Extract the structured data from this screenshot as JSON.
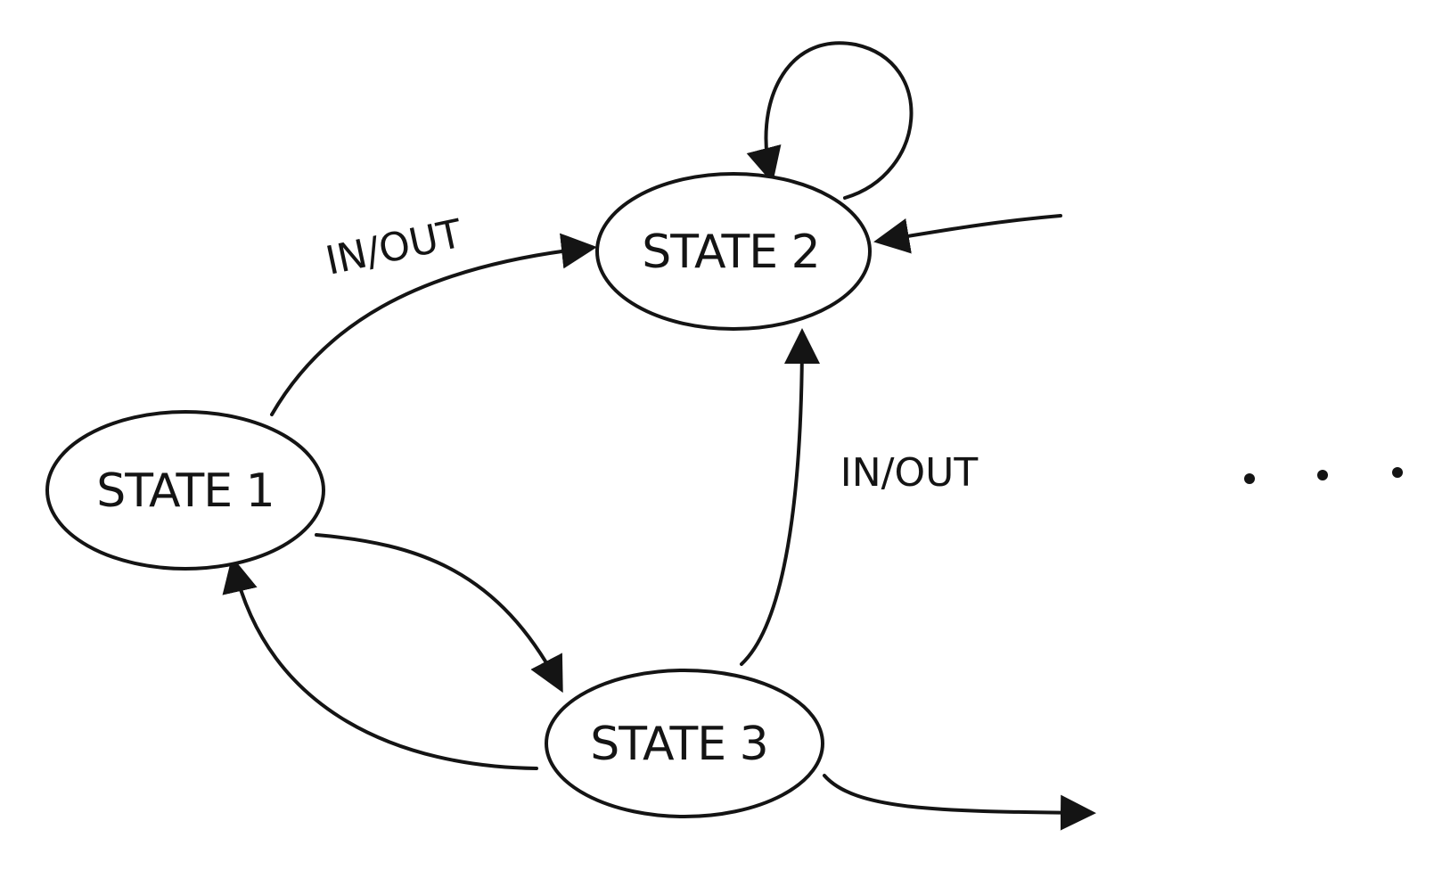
{
  "diagram": {
    "states": {
      "state1": "STATE 1",
      "state2": "STATE 2",
      "state3": "STATE 3"
    },
    "transitions": {
      "state1_to_state2": "IN/OUT",
      "state3_to_state2": "IN/OUT"
    },
    "continuation": "..."
  }
}
